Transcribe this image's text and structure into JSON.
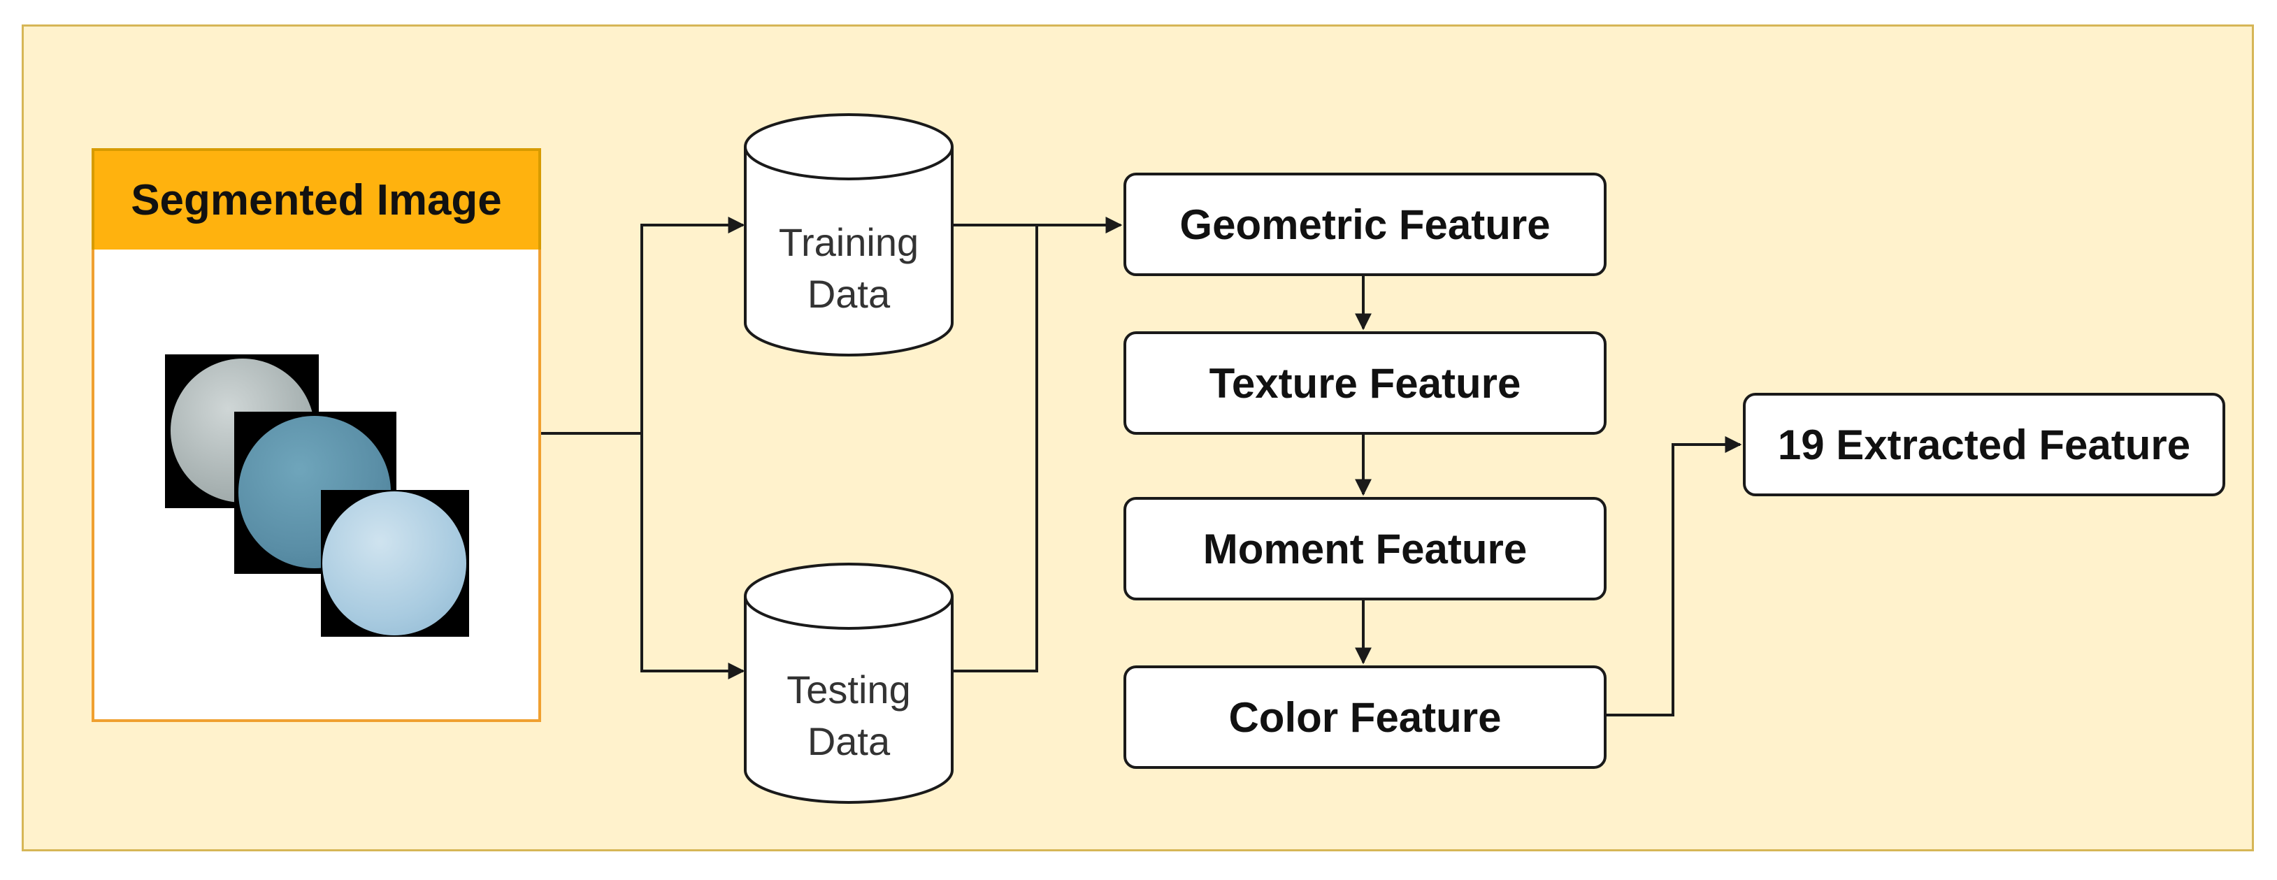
{
  "diagram": {
    "input": {
      "title": "Segmented Image"
    },
    "databases": [
      {
        "id": "training",
        "line1": "Training",
        "line2": "Data"
      },
      {
        "id": "testing",
        "line1": "Testing",
        "line2": "Data"
      }
    ],
    "features": [
      {
        "id": "geometric",
        "label": "Geometric Feature"
      },
      {
        "id": "texture",
        "label": "Texture Feature"
      },
      {
        "id": "moment",
        "label": "Moment Feature"
      },
      {
        "id": "color",
        "label": "Color Feature"
      }
    ],
    "output": {
      "label": "19 Extracted Feature"
    },
    "colors": {
      "background": "#fff2cc",
      "frame_border": "#d6b656",
      "header_fill": "#ffb20e",
      "header_border": "#d79b00",
      "stroke": "#1a1a1a"
    }
  }
}
